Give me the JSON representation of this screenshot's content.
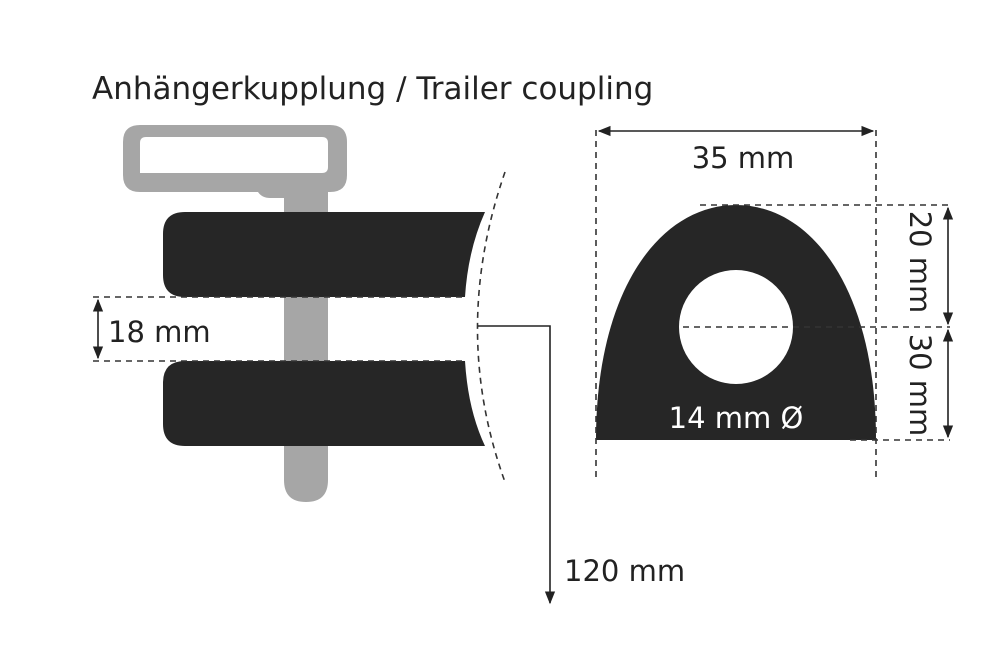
{
  "title": "Anhängerkupplung / Trailer coupling",
  "labels": {
    "gap": "18 mm",
    "length": "120 mm",
    "width": "35 mm",
    "upper_height": "20 mm",
    "lower_height": "30 mm",
    "hole_diameter": "14 mm Ø"
  },
  "colors": {
    "rubber": "#262626",
    "metal": "#a6a6a6",
    "text": "#222222"
  }
}
